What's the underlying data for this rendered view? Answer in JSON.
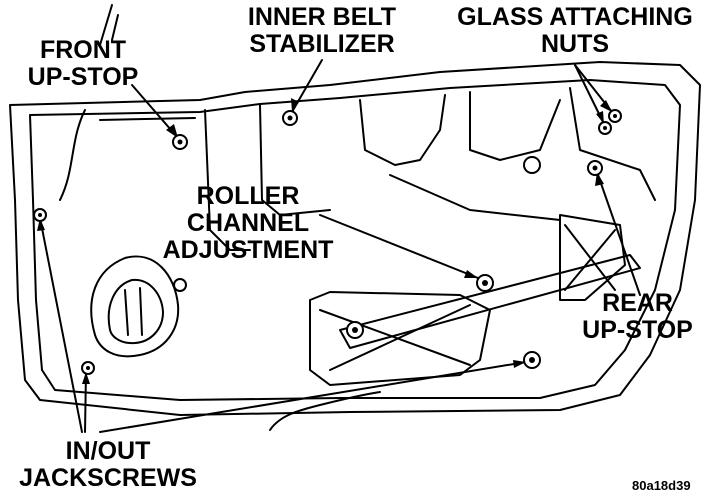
{
  "labels": {
    "front_upstop": [
      "FRONT",
      "UP-STOP"
    ],
    "inner_belt": [
      "INNER BELT",
      "STABILIZER"
    ],
    "glass_nuts": [
      "GLASS ATTACHING",
      "NUTS"
    ],
    "roller_channel": [
      "ROLLER",
      "CHANNEL",
      "ADJUSTMENT"
    ],
    "rear_upstop": [
      "REAR",
      "UP-STOP"
    ],
    "jackscrews": [
      "IN/OUT",
      "JACKSCREWS"
    ]
  },
  "figure_code": "80a18d39",
  "colors": {
    "ink": "#000000",
    "paper": "#ffffff"
  }
}
